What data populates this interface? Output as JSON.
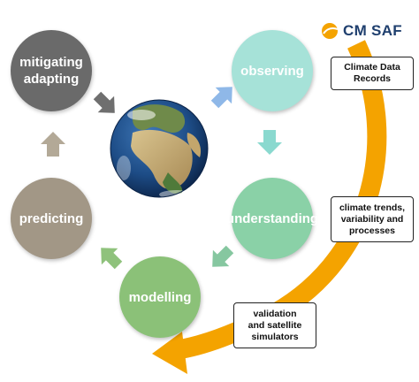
{
  "brand": {
    "name": "CM SAF",
    "icon": "sun-logo-icon"
  },
  "cycle": [
    {
      "key": "observing",
      "label": "observing",
      "color": "#a6e2d8"
    },
    {
      "key": "understanding",
      "label": "understanding",
      "color": "#8ad1a7"
    },
    {
      "key": "modelling",
      "label": "modelling",
      "color": "#8bc178"
    },
    {
      "key": "predicting",
      "label": "predicting",
      "color": "#a29786"
    },
    {
      "key": "mitigating",
      "label": "mitigating adapting",
      "lines": [
        "mitigating",
        "adapting"
      ],
      "color": "#6a6a6a"
    }
  ],
  "center": {
    "icon": "earth-globe-icon"
  },
  "callouts": [
    {
      "key": "cdr",
      "lines": [
        "Climate Data",
        "Records"
      ]
    },
    {
      "key": "trends",
      "lines": [
        "climate trends,",
        "variability and",
        "processes"
      ]
    },
    {
      "key": "validation",
      "lines": [
        "validation",
        "and satellite",
        "simulators"
      ]
    }
  ],
  "colors": {
    "accent_orange": "#f4a300",
    "arrow_blue": "#8fb8e8",
    "arrow_teal": "#8ad9cf",
    "arrow_green": "#86c7a0",
    "arrow_lightgreen": "#8fc27c",
    "arrow_taupe": "#b3a997",
    "arrow_gray": "#6f6f6f"
  }
}
